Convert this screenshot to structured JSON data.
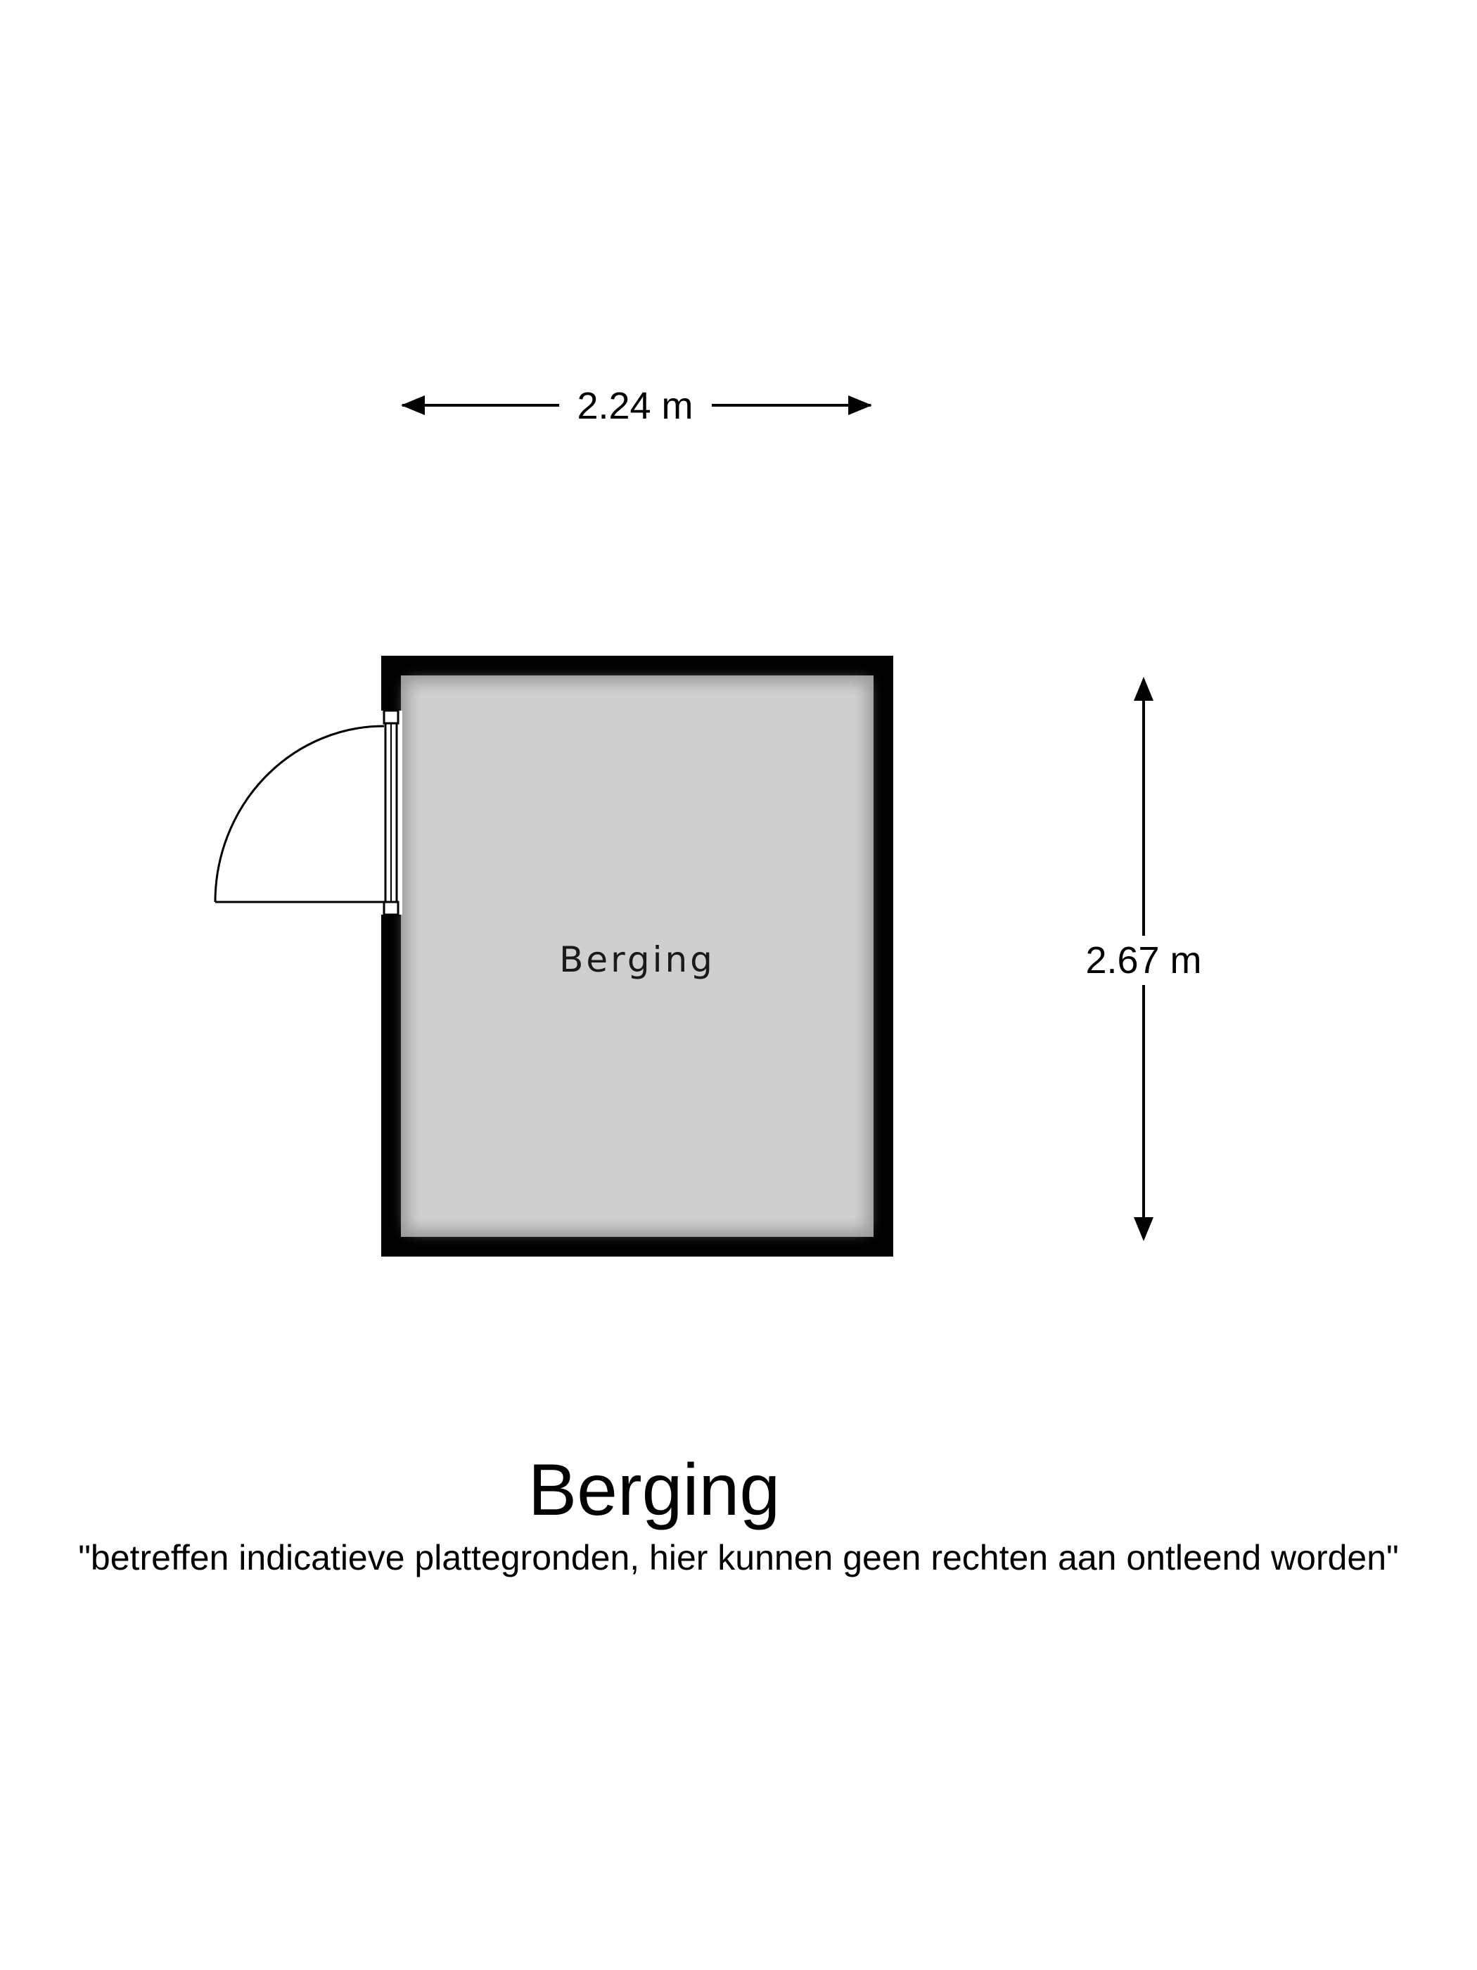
{
  "floor_plan": {
    "room_label": "Berging",
    "dimension_width": "2.24 m",
    "dimension_height": "2.67 m",
    "title": "Berging",
    "disclaimer": "\"betreffen indicatieve plattegronden, hier kunnen geen rechten aan ontleend worden\""
  },
  "colors": {
    "wall": "#000000",
    "floor": "#cfcfcf",
    "background": "#ffffff",
    "line": "#000000"
  }
}
